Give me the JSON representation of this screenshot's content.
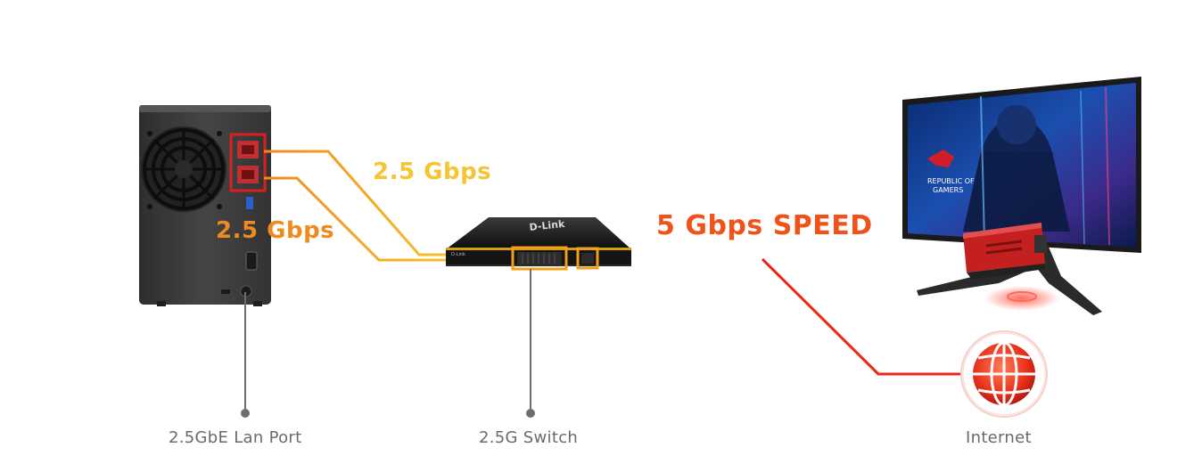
{
  "labels": {
    "speed_nas_top": "2.5 Gbps",
    "speed_nas_bottom": "2.5 Gbps",
    "speed_main": "5 Gbps SPEED",
    "lan_port": "2.5GbE Lan Port",
    "switch": "2.5G Switch",
    "internet": "Internet"
  },
  "devices": {
    "switch_brand": "D-Link",
    "monitor_brand_line1": "REPUBLIC OF",
    "monitor_brand_line2": "GAMERS"
  },
  "colors": {
    "yellow": "#f6c533",
    "orange": "#ef8a1e",
    "red": "#e8201a",
    "red_orange": "#f0521a",
    "caption_gray": "#6a6a6a",
    "pointer_gray": "#6e6e6e"
  }
}
